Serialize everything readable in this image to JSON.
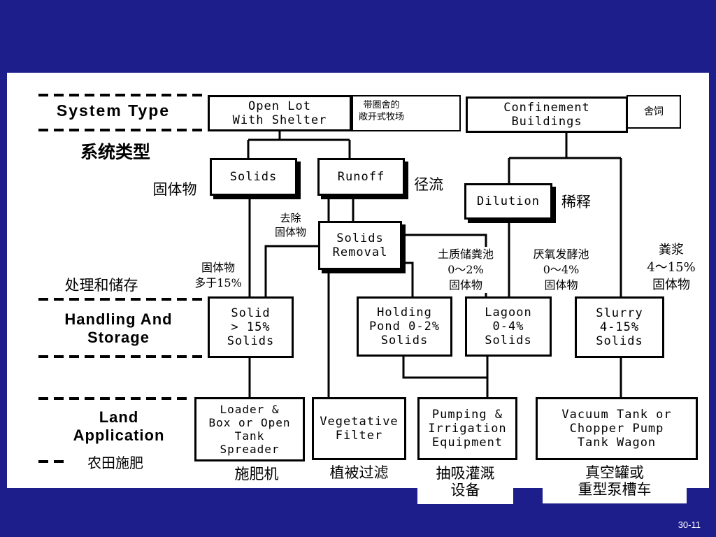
{
  "rows": {
    "system_type": "System Type",
    "system_type_cn": "系统类型",
    "handling": "Handling And\nStorage",
    "handling_cn": "处理和储存",
    "land": "Land\nApplication",
    "land_cn": "农田施肥"
  },
  "boxes": {
    "open_lot": "Open Lot\nWith Shelter",
    "open_lot_cn": "带圈舍的\n敞开式牧场",
    "confinement": "Confinement\nBuildings",
    "confinement_cn": "舍饲",
    "solids": "Solids",
    "runoff": "Runoff",
    "dilution": "Dilution",
    "solids_removal": "Solids\nRemoval",
    "solid15": "Solid\n> 15%\nSolids",
    "holding": "Holding\nPond 0-2%\nSolids",
    "lagoon": "Lagoon\n0-4%\nSolids",
    "slurry": "Slurry\n4-15%\nSolids",
    "loader": "Loader &\nBox or Open\nTank\nSpreader",
    "vegetative": "Vegetative\nFilter",
    "pumping": "Pumping &\nIrrigation\nEquipment",
    "vacuum": "Vacuum Tank or\nChopper Pump\nTank Wagon"
  },
  "labels": {
    "solids_cn": "固体物",
    "runoff_cn": "径流",
    "dilution_cn": "稀释",
    "removal_cn": "去除\n固体物",
    "solid15_cn": "固体物\n多于15%",
    "holding_cn": "土质储粪池\n0～2%\n固体物",
    "lagoon_cn": "厌氧发酵池\n0～4%\n固体物",
    "slurry_cn": "粪浆\n4～15%\n固体物",
    "loader_cn": "施肥机",
    "vegetative_cn": "植被过滤",
    "pumping_cn": "抽吸灌溉\n设备",
    "vacuum_cn": "真空罐或\n重型泵槽车"
  },
  "page_number": "30-11",
  "colors": {
    "background": "#1d1d8c",
    "slide": "#ffffff",
    "ink": "#000000"
  }
}
